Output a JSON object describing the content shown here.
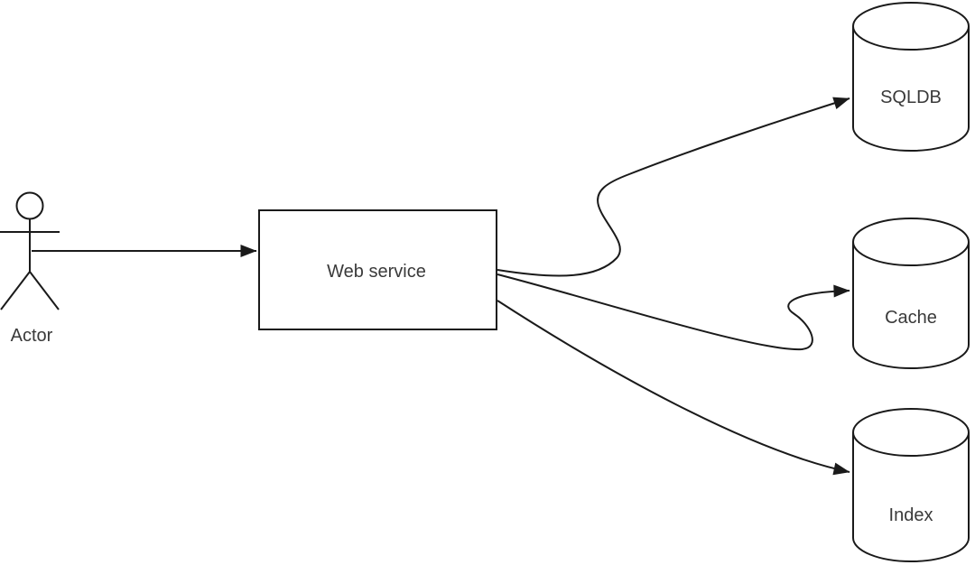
{
  "diagram": {
    "colors": {
      "background": "#ffffff",
      "stroke": "#1a1a1a",
      "text": "#3a3a3a"
    },
    "nodes": {
      "actor": {
        "label": "Actor",
        "shape": "stick-figure"
      },
      "web_service": {
        "label": "Web service",
        "shape": "rectangle"
      },
      "sqldb": {
        "label": "SQLDB",
        "shape": "database-cylinder"
      },
      "cache": {
        "label": "Cache",
        "shape": "database-cylinder"
      },
      "index": {
        "label": "Index",
        "shape": "database-cylinder"
      }
    },
    "edges": [
      {
        "from": "Actor",
        "to": "Web service",
        "style": "straight-arrow"
      },
      {
        "from": "Web service",
        "to": "SQLDB",
        "style": "curved-arrow"
      },
      {
        "from": "Web service",
        "to": "Cache",
        "style": "curved-arrow"
      },
      {
        "from": "Web service",
        "to": "Index",
        "style": "curved-arrow"
      }
    ]
  }
}
